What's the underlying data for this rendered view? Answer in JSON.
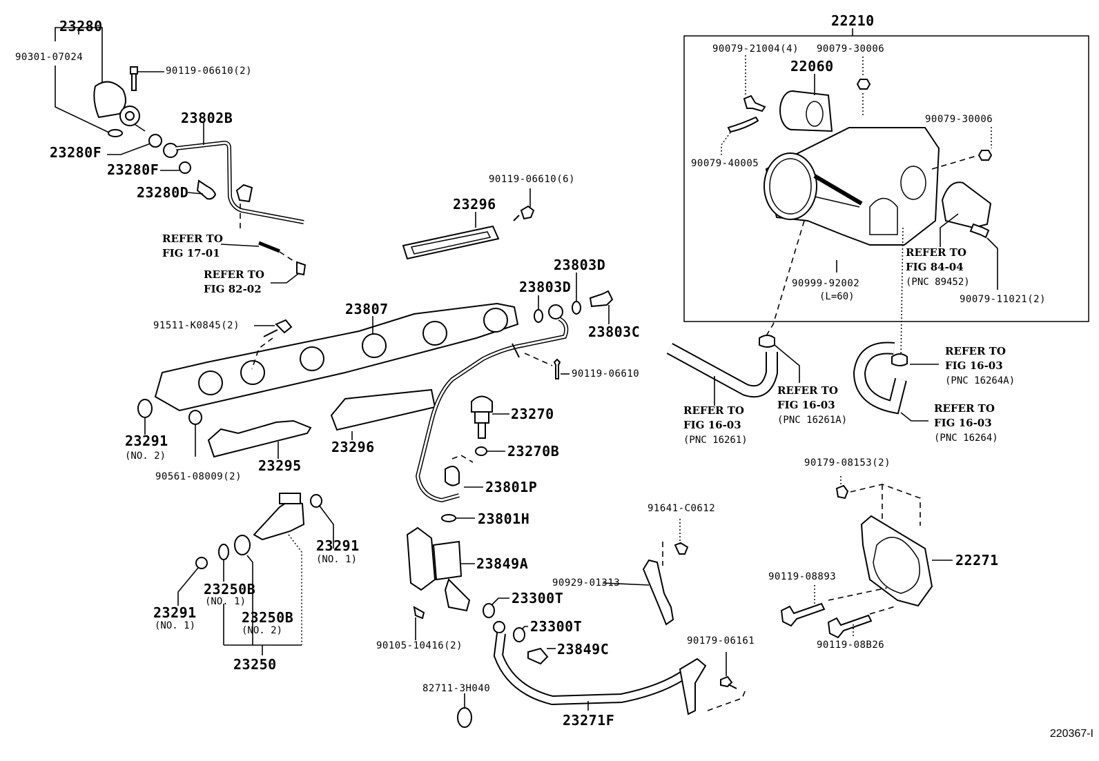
{
  "figure_id": "220367-I",
  "assembly_box": {
    "label": "22210"
  },
  "labels": {
    "p23280": "23280",
    "p90301": "90301-07024",
    "p90119_2": "90119-06610(2)",
    "p23802B": "23802B",
    "p23280F_a": "23280F",
    "p23280F_b": "23280F",
    "p23280D": "23280D",
    "p90119_6": "90119-06610(6)",
    "p23296_a": "23296",
    "p23296_b": "23296",
    "p23803D_a": "23803D",
    "p23803D_b": "23803D",
    "p23803C": "23803C",
    "p23807": "23807",
    "p91511": "91511-K0845(2)",
    "p90119_single": "90119-06610",
    "p23270": "23270",
    "p23270B": "23270B",
    "p23291_no2": "23291",
    "p23291_no2_sub": "(NO. 2)",
    "p90561": "90561-08009(2)",
    "p23295": "23295",
    "p23801P": "23801P",
    "p23801H": "23801H",
    "p23849A": "23849A",
    "p23300T_a": "23300T",
    "p23300T_b": "23300T",
    "p23849C": "23849C",
    "p90105": "90105-10416(2)",
    "p82711": "82711-3H040",
    "p23271F": "23271F",
    "p23291_no1_a": "23291",
    "p23291_no1_a_sub": "(NO. 1)",
    "p23291_no1_b": "23291",
    "p23291_no1_b_sub": "(NO. 1)",
    "p23250B_no1": "23250B",
    "p23250B_no1_sub": "(NO. 1)",
    "p23250B_no2": "23250B",
    "p23250B_no2_sub": "(NO. 2)",
    "p23250": "23250",
    "p90079_21004": "90079-21004(4)",
    "p90079_30006_a": "90079-30006",
    "p22060": "22060",
    "p90079_30006_b": "90079-30006",
    "p90079_40005": "90079-40005",
    "p90999": "90999-92002",
    "p90999_sub": "(L=60)",
    "p90079_11021": "90079-11021(2)",
    "p91641": "91641-C0612",
    "p90929": "90929-01313",
    "p90179_06161": "90179-06161",
    "p90179_08153": "90179-08153(2)",
    "p22271": "22271",
    "p90119_08893": "90119-08893",
    "p90119_08B26": "90119-08B26"
  },
  "references": {
    "fig17": {
      "line1": "REFER TO",
      "line2": "FIG 17-01"
    },
    "fig82": {
      "line1": "REFER TO",
      "line2": "FIG 82-02"
    },
    "fig84": {
      "line1": "REFER TO",
      "line2": "FIG 84-04",
      "pnc": "(PNC 89452)"
    },
    "fig16_16261": {
      "line1": "REFER TO",
      "line2": "FIG 16-03",
      "pnc": "(PNC 16261)"
    },
    "fig16_16261A": {
      "line1": "REFER TO",
      "line2": "FIG 16-03",
      "pnc": "(PNC 16261A)"
    },
    "fig16_16264A": {
      "line1": "REFER TO",
      "line2": "FIG 16-03",
      "pnc": "(PNC 16264A)"
    },
    "fig16_16264": {
      "line1": "REFER TO",
      "line2": "FIG 16-03",
      "pnc": "(PNC 16264)"
    }
  }
}
